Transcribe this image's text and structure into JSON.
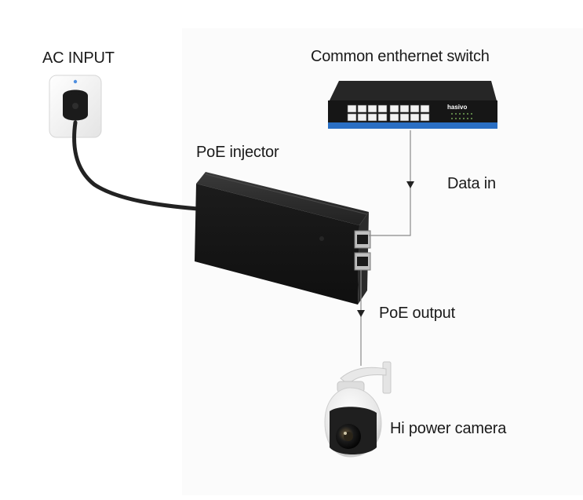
{
  "labels": {
    "ac_input": "AC INPUT",
    "switch": "Common enthernet switch",
    "injector": "PoE injector",
    "data_in": "Data in",
    "poe_output": "PoE output",
    "camera": "Hi power camera"
  },
  "switch_brand": "hasivo",
  "colors": {
    "device_black": "#1e1e1e",
    "switch_blue": "#2a6fc4",
    "line_gray": "#8a8a8a",
    "cable": "#222222"
  }
}
